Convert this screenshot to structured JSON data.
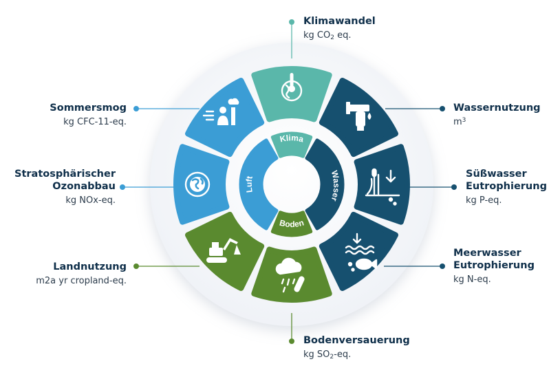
{
  "colors": {
    "teal": "#5ab7aa",
    "navy": "#16506f",
    "blue": "#3b9dd5",
    "green": "#5a8a2f"
  },
  "inner_ring": {
    "klima": "Klima",
    "wasser": "Wasser",
    "boden": "Boden",
    "luft": "Luft"
  },
  "categories": {
    "klimawandel": {
      "name": "Klimawandel",
      "unit_pre": "kg CO",
      "unit_sub": "2",
      "unit_post": " eq.",
      "icon": "globe-thermometer-icon"
    },
    "wassernutzung": {
      "name": "Wassernutzung",
      "unit_pre": "m",
      "unit_sup": "3",
      "icon": "faucet-icon"
    },
    "suesswasser": {
      "name_line1": "Süßwasser",
      "name_line2": "Eutrophierung",
      "unit": "kg P-eq.",
      "icon": "reeds-icon"
    },
    "meerwasser": {
      "name_line1": "Meerwasser",
      "name_line2": "Eutrophierung",
      "unit": "kg N-eq.",
      "icon": "fish-icon"
    },
    "bodenversauerung": {
      "name": "Bodenversauerung",
      "unit_pre": "kg SO",
      "unit_sub": "2",
      "unit_post": "-eq.",
      "icon": "acid-rain-icon"
    },
    "landnutzung": {
      "name": "Landnutzung",
      "unit": "m2a yr cropland-eq.",
      "icon": "excavator-icon"
    },
    "ozonabbau": {
      "name_line1": "Stratosphärischer",
      "name_line2": "Ozonabbau",
      "unit": "kg NOx-eq.",
      "icon": "earth-icon"
    },
    "sommersmog": {
      "name": "Sommersmog",
      "unit": "kg CFC-11-eq.",
      "icon": "smog-person-icon"
    }
  }
}
